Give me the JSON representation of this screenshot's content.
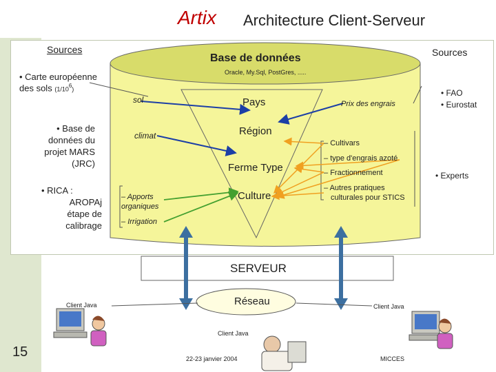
{
  "header": {
    "title_brand": "Artix",
    "title_main": "Architecture Client-Serveur"
  },
  "sources_left": {
    "heading": "Sources",
    "items": [
      {
        "lines": [
          "• Carte européenne",
          "des sols"
        ],
        "sub": "(1/10",
        "sup": "6",
        "close": ")"
      },
      {
        "lines": [
          "• Base de",
          "données du",
          "projet MARS",
          "(JRC)"
        ]
      },
      {
        "lines": [
          "• RICA :",
          "AROPAj",
          "étape de",
          "calibrage"
        ]
      }
    ]
  },
  "database": {
    "title": "Base de données",
    "engines": "Oracle, My.Sql, PostGres, .....",
    "levels": [
      "Pays",
      "Région",
      "Ferme Type",
      "Culture"
    ],
    "inputs_left": [
      "sol",
      "climat"
    ],
    "inputs_left_bracket": [
      "Apports",
      "organiques",
      "Irrigation"
    ],
    "engrais": "Prix des engrais",
    "right_list": [
      "Cultivars",
      "type d'engrais azoté",
      "Fractionnement",
      "Autres pratiques",
      "culturales pour STICS"
    ]
  },
  "sources_right": {
    "heading": "Sources",
    "items": [
      "• FAO",
      "• Eurostat"
    ],
    "experts": "• Experts"
  },
  "server": {
    "label": "SERVEUR",
    "network": "Réseau"
  },
  "clients": {
    "left": "Client Java",
    "right": "Client Java",
    "center": "Client Java"
  },
  "footer": {
    "page": "15",
    "date": "22-23 janvier 2004",
    "org": "MICCES"
  },
  "colors": {
    "title_red": "#c00000",
    "band": "#dfe7cf",
    "db_fill": "#f5f59a",
    "db_top": "#d8dc6a",
    "arrow_blue": "#1c3fa6",
    "arrow_orange": "#f0a020",
    "arrow_green": "#44a030",
    "server_arrow": "#3c6fa0"
  }
}
